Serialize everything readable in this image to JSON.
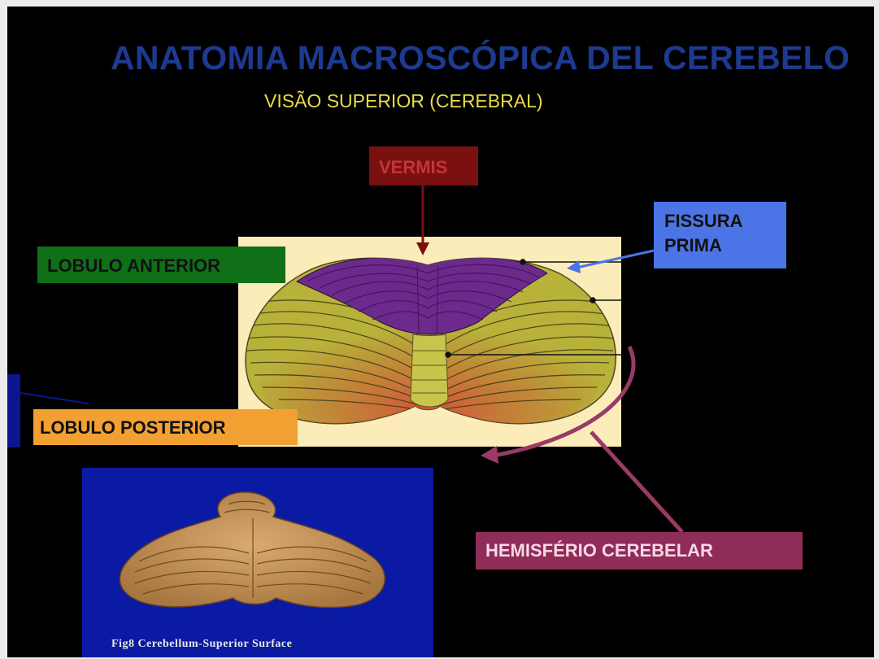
{
  "slide": {
    "title": "ANATOMIA MACROSCÓPICA DEL CEREBELO",
    "subtitle": "VISÃO SUPERIOR (CEREBRAL)"
  },
  "labels": {
    "vermis": "VERMIS",
    "fissura_prima_line1": "FISSURA",
    "fissura_prima_line2": "PRIMA",
    "lobulo_anterior": "LOBULO ANTERIOR",
    "lobulo_posterior": "LOBULO POSTERIOR",
    "hemisferio_cerebelar": "HEMISFÉRIO CEREBELAR"
  },
  "photo": {
    "caption": "Fig8   Cerebellum-Superior Surface"
  },
  "colors": {
    "title": "#1d3a8f",
    "subtitle": "#e6dc4a",
    "vermis_box": "#7a1010",
    "fissura_box": "#4b74e6",
    "anterior_box": "#107018",
    "posterior_box": "#f3a033",
    "hemisferio_box": "#8f2c58",
    "anterior_lobe": "#6b2a8c",
    "posterior_lobe": "#b9b23a",
    "photo_background": "#0a1aa3"
  }
}
